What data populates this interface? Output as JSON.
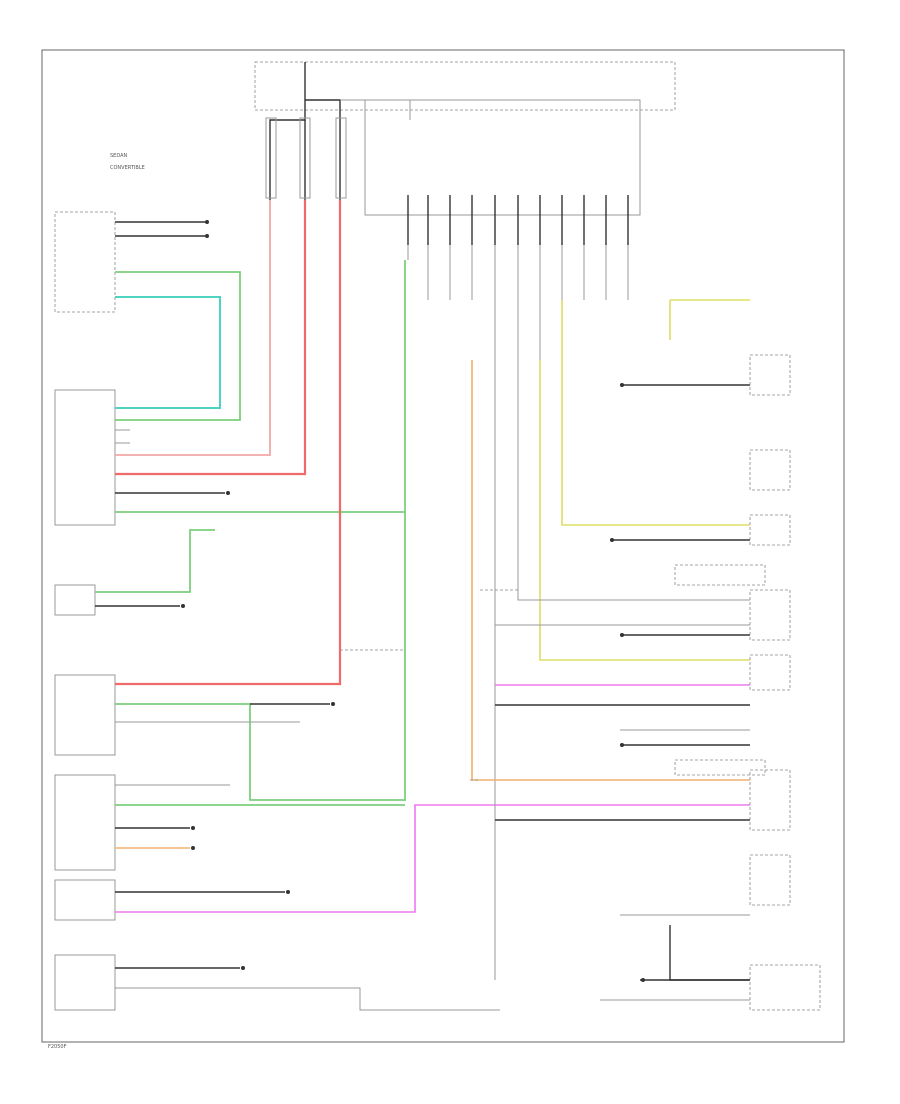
{
  "legend": {
    "items": [
      "SEDAN",
      "CONVERTIBLE"
    ]
  },
  "footer_code": "F2050F"
}
